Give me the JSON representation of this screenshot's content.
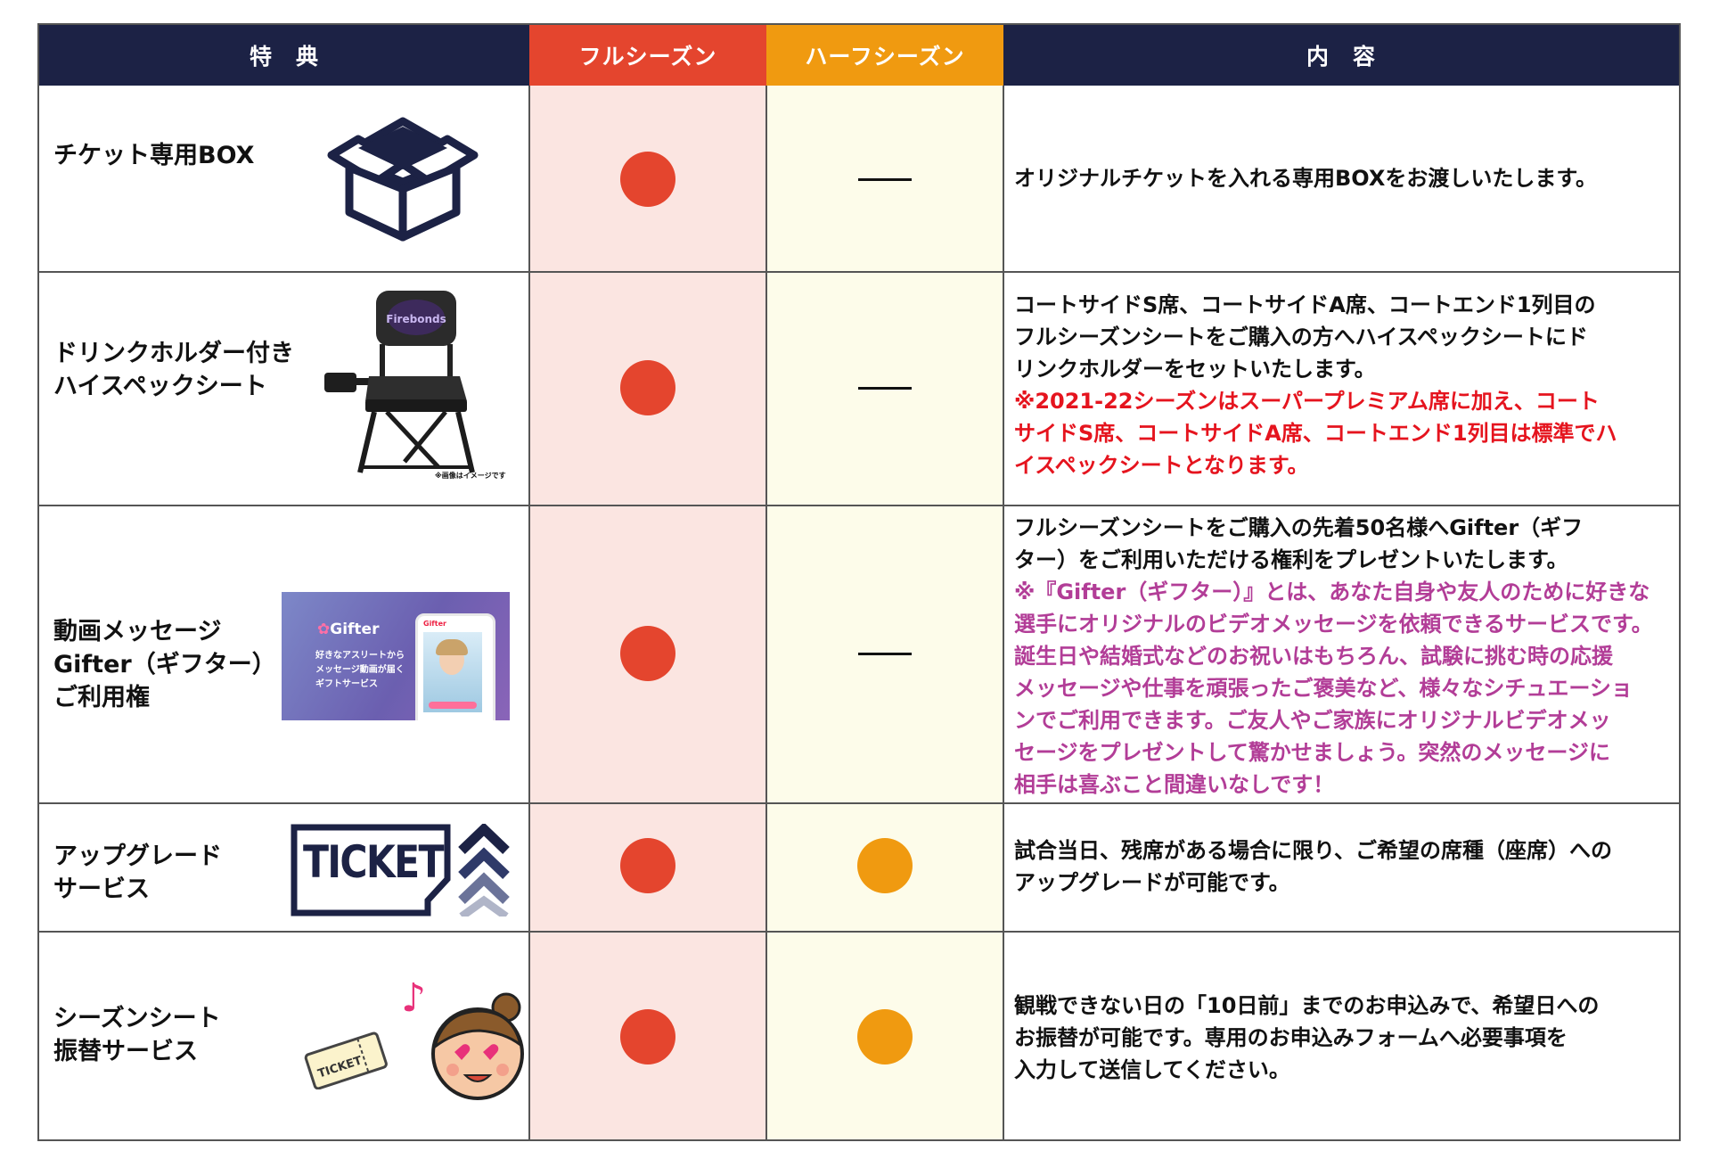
{
  "header": {
    "benefit": "特　典",
    "full_season": "フルシーズン",
    "half_season": "ハーフシーズン",
    "content": "内　容"
  },
  "colors": {
    "navy": "#1c2245",
    "full": "#e4452e",
    "half": "#f09a10",
    "full_bg": "#fbe5e1",
    "half_bg": "#fdfcea",
    "note_red": "#e5141e",
    "note_purple": "#b23d97"
  },
  "rows": [
    {
      "label_lines": [
        "チケット専用BOX"
      ],
      "icon": "box-icon",
      "full": "available",
      "half": "not-available",
      "content": "オリジナルチケットを入れる専用BOXをお渡しいたします。",
      "note": ""
    },
    {
      "label_lines": [
        "ドリンクホルダー付き",
        "ハイスペックシート"
      ],
      "icon": "chair-icon",
      "image_caption": "※画像はイメージです",
      "chair_logo": "Firebonds",
      "full": "available",
      "half": "not-available",
      "content_lines": [
        "コートサイドS席、コートサイドA席、コートエンド1列目の",
        "フルシーズンシートをご購入の方へハイスペックシートにド",
        "リンクホルダーをセットいたします。"
      ],
      "note_lines": [
        "※2021-22シーズンはスーパープレミアム席に加え、コート",
        "サイドS席、コートサイドA席、コートエンド1列目は標準でハ",
        "イスペックシートとなります。"
      ]
    },
    {
      "label_lines": [
        "動画メッセージ",
        "Gifter（ギフター）",
        "ご利用権"
      ],
      "icon": "gifter-banner",
      "banner": {
        "logo": "Gifter",
        "line1": "好きなアスリートから",
        "line2": "メッセージ動画が届く",
        "line3": "ギフトサービス",
        "phone_logo": "Gifter"
      },
      "full": "available",
      "half": "not-available",
      "content_lines": [
        "フルシーズンシートをご購入の先着50名様へGifter（ギフ",
        "ター）をご利用いただける権利をプレゼントいたします。"
      ],
      "note_lines": [
        "※『Gifter（ギフター）』とは、あなた自身や友人のために好きな",
        "選手にオリジナルのビデオメッセージを依頼できるサービスです。",
        "誕生日や結婚式などのお祝いはもちろん、試験に挑む時の応援",
        "メッセージや仕事を頑張ったご褒美など、様々なシチュエーショ",
        "ンでご利用できます。ご友人やご家族にオリジナルビデオメッ",
        "セージをプレゼントして驚かせましょう。突然のメッセージに",
        "相手は喜ぶこと間違いなしです！"
      ]
    },
    {
      "label_lines": [
        "アップグレード",
        "サービス"
      ],
      "icon": "ticket-upgrade-icon",
      "ticket_text": "TICKET",
      "full": "available",
      "half": "available",
      "content_lines": [
        "試合当日、残席がある場合に限り、ご希望の席種（座席）への",
        "アップグレードが可能です。"
      ]
    },
    {
      "label_lines": [
        "シーズンシート",
        "振替サービス"
      ],
      "icon": "girl-ticket-icon",
      "ticket_text": "TICKET",
      "full": "available",
      "half": "available",
      "content_lines": [
        "観戦できない日の「10日前」までのお申込みで、希望日への",
        "お振替が可能です。専用のお申込みフォームへ必要事項を",
        "入力して送信してください。"
      ]
    }
  ]
}
